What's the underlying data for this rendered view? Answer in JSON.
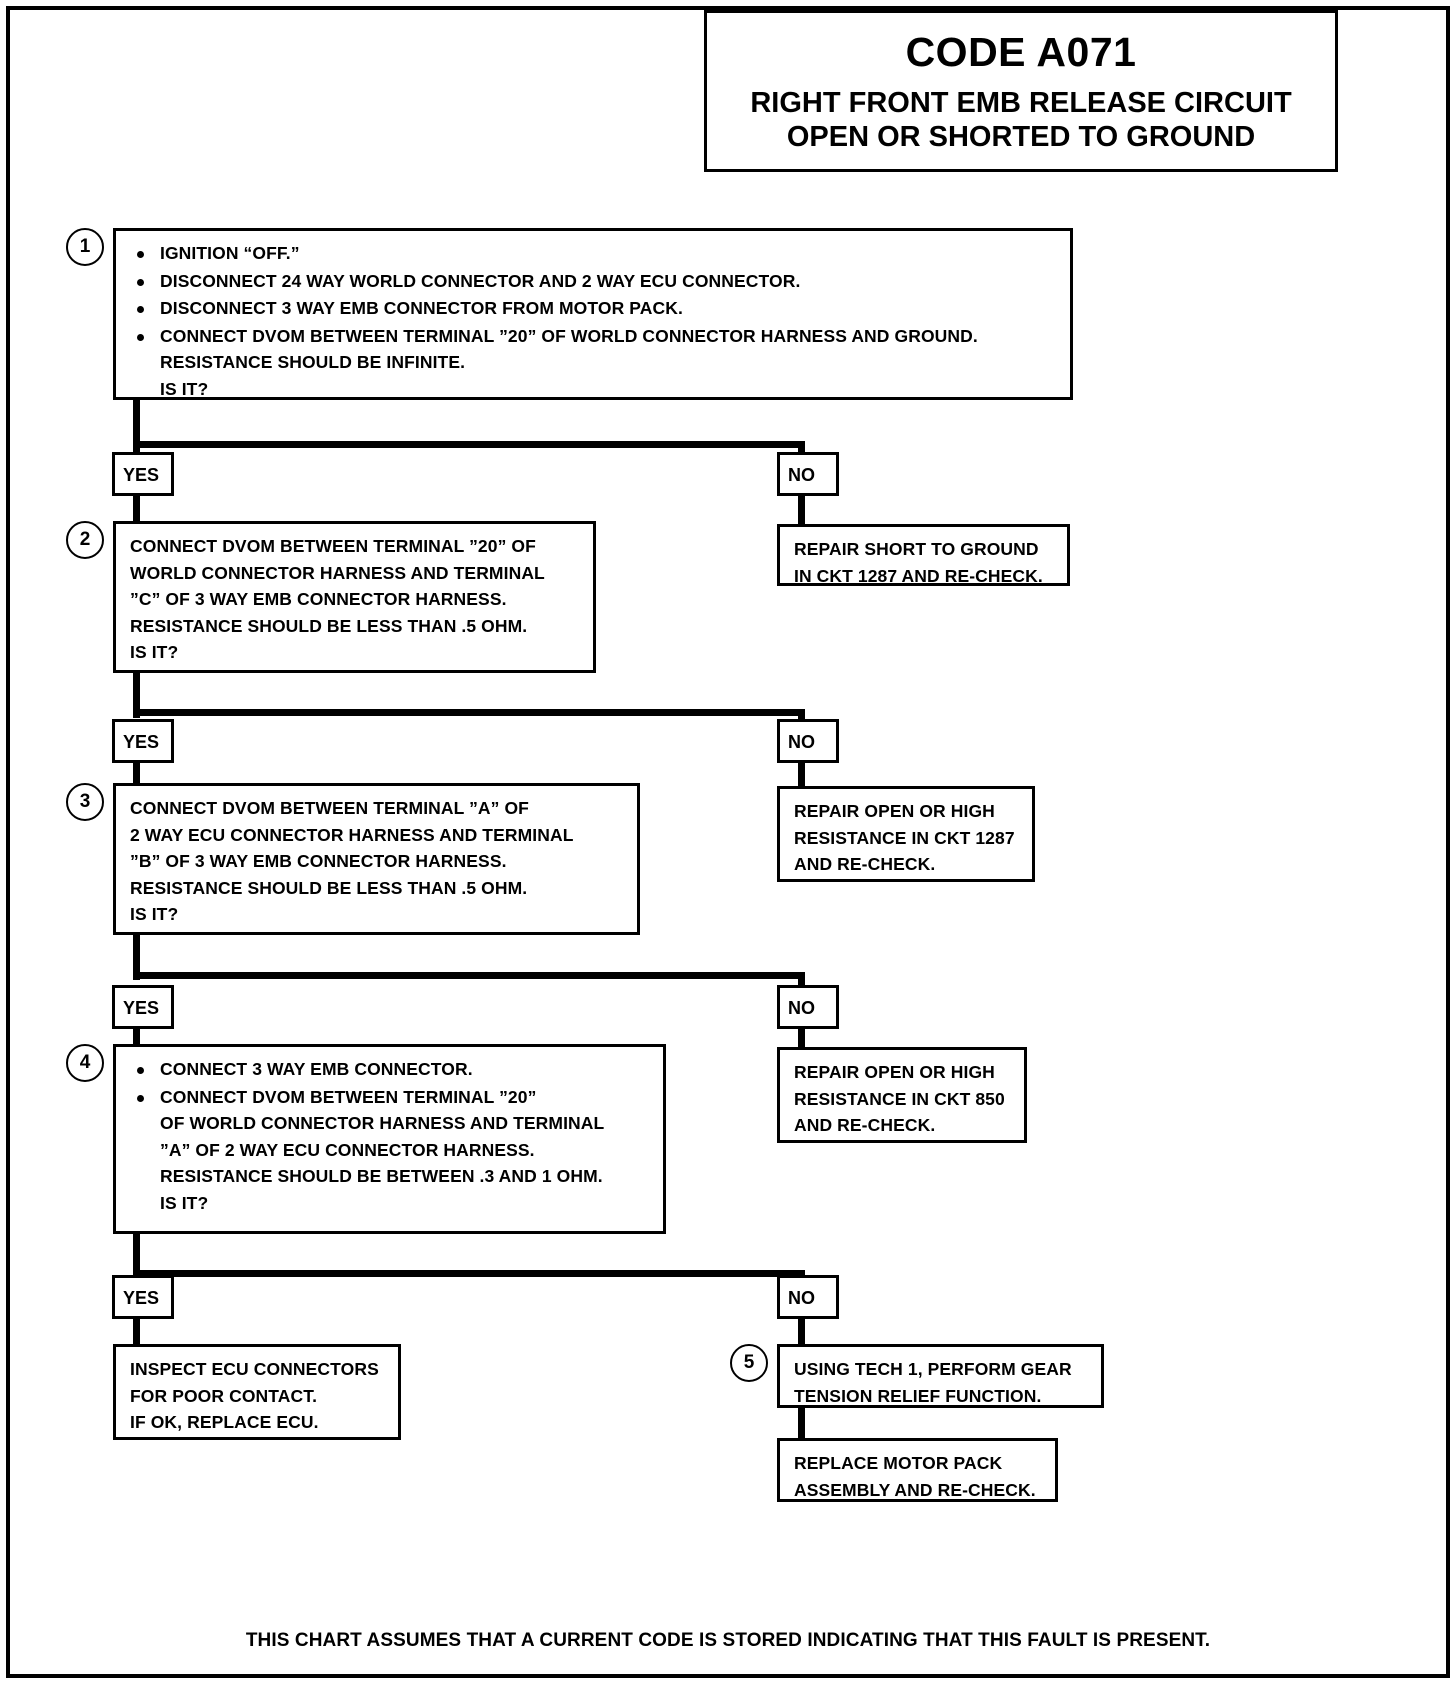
{
  "header": {
    "code": "CODE A071",
    "subtitle_line1": "RIGHT FRONT EMB RELEASE CIRCUIT",
    "subtitle_line2": "OPEN OR SHORTED TO GROUND"
  },
  "labels": {
    "yes": "YES",
    "no": "NO"
  },
  "steps": [
    {
      "number": "1",
      "bullets": [
        [
          "IGNITION “OFF.”"
        ],
        [
          "DISCONNECT 24 WAY WORLD CONNECTOR AND 2 WAY ECU CONNECTOR."
        ],
        [
          "DISCONNECT 3 WAY EMB CONNECTOR FROM MOTOR PACK."
        ],
        [
          "CONNECT DVOM BETWEEN TERMINAL ”20” OF WORLD CONNECTOR HARNESS AND GROUND.",
          "RESISTANCE SHOULD BE INFINITE.",
          "IS IT?"
        ]
      ]
    },
    {
      "number": "2",
      "lines": [
        "CONNECT DVOM BETWEEN TERMINAL ”20” OF",
        "WORLD CONNECTOR HARNESS AND TERMINAL",
        "”C” OF 3 WAY EMB CONNECTOR HARNESS.",
        "RESISTANCE SHOULD BE LESS THAN .5 OHM.",
        "IS IT?"
      ]
    },
    {
      "number": "3",
      "lines": [
        "CONNECT DVOM BETWEEN TERMINAL ”A” OF",
        "2 WAY ECU CONNECTOR HARNESS AND TERMINAL",
        "”B” OF 3 WAY EMB CONNECTOR HARNESS.",
        "RESISTANCE SHOULD BE LESS THAN .5 OHM.",
        "IS IT?"
      ]
    },
    {
      "number": "4",
      "bullets": [
        [
          "CONNECT 3 WAY EMB CONNECTOR."
        ],
        [
          "CONNECT DVOM BETWEEN TERMINAL ”20”",
          "OF WORLD CONNECTOR HARNESS AND TERMINAL",
          "”A” OF 2 WAY ECU CONNECTOR HARNESS.",
          "RESISTANCE SHOULD BE BETWEEN .3 AND 1 OHM.",
          "IS IT?"
        ]
      ]
    },
    {
      "number": "5",
      "lines": [
        "USING TECH 1, PERFORM GEAR",
        "TENSION RELIEF FUNCTION."
      ]
    }
  ],
  "results": {
    "repair_short_ground": [
      "REPAIR SHORT TO GROUND",
      "IN CKT 1287 AND RE-CHECK."
    ],
    "repair_open_1287": [
      "REPAIR OPEN OR HIGH",
      "RESISTANCE IN CKT 1287",
      "AND RE-CHECK."
    ],
    "repair_open_850": [
      "REPAIR OPEN OR HIGH",
      "RESISTANCE IN CKT 850",
      "AND RE-CHECK."
    ],
    "inspect_ecu": [
      "INSPECT ECU CONNECTORS",
      "FOR POOR CONTACT.",
      "IF OK, REPLACE ECU."
    ],
    "replace_motor_pack": [
      "REPLACE MOTOR PACK",
      "ASSEMBLY AND RE-CHECK."
    ]
  },
  "footer": "THIS CHART ASSUMES THAT A CURRENT CODE IS STORED INDICATING THAT THIS FAULT IS PRESENT."
}
